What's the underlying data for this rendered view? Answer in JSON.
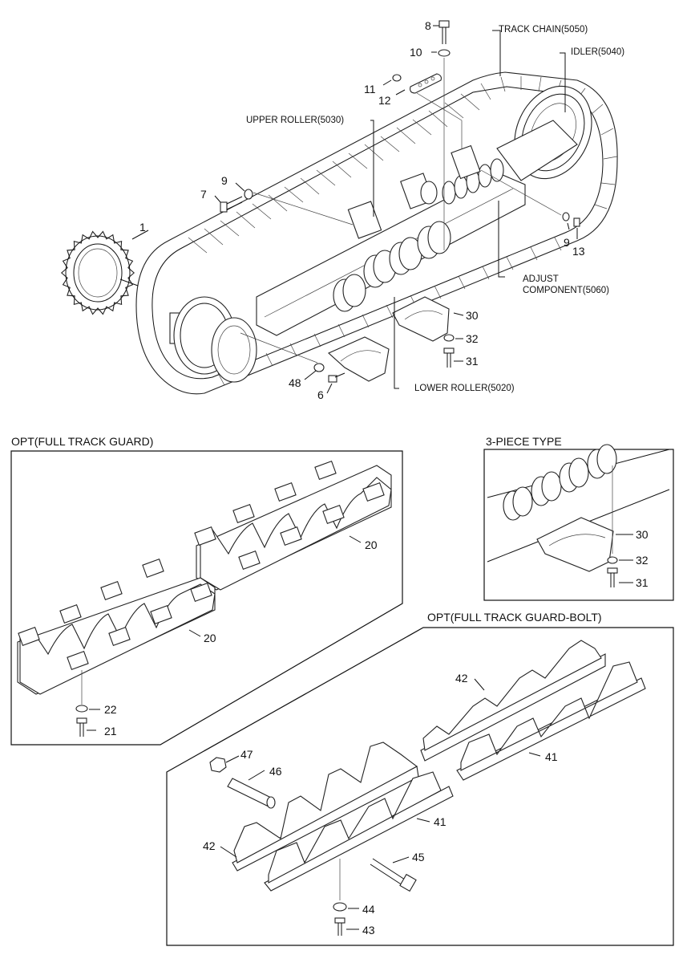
{
  "assembly_labels": {
    "track_chain": "TRACK CHAIN(5050)",
    "idler": "IDLER(5040)",
    "upper_roller": "UPPER ROLLER(5030)",
    "adjust_component_line1": "ADJUST",
    "adjust_component_line2": "COMPONENT(5060)",
    "lower_roller": "LOWER ROLLER(5020)"
  },
  "sections": {
    "full_track_guard": "OPT(FULL TRACK GUARD)",
    "three_piece_type": "3-PIECE TYPE",
    "full_track_guard_bolt": "OPT(FULL TRACK GUARD-BOLT)"
  },
  "part_numbers": {
    "main": [
      "1",
      "6",
      "7",
      "8",
      "9",
      "9",
      "10",
      "11",
      "12",
      "13",
      "30",
      "31",
      "32",
      "48"
    ],
    "full_guard": [
      "20",
      "20",
      "21",
      "22"
    ],
    "three_piece": [
      "30",
      "31",
      "32"
    ],
    "guard_bolt": [
      "41",
      "41",
      "42",
      "42",
      "43",
      "44",
      "45",
      "46",
      "47"
    ]
  }
}
